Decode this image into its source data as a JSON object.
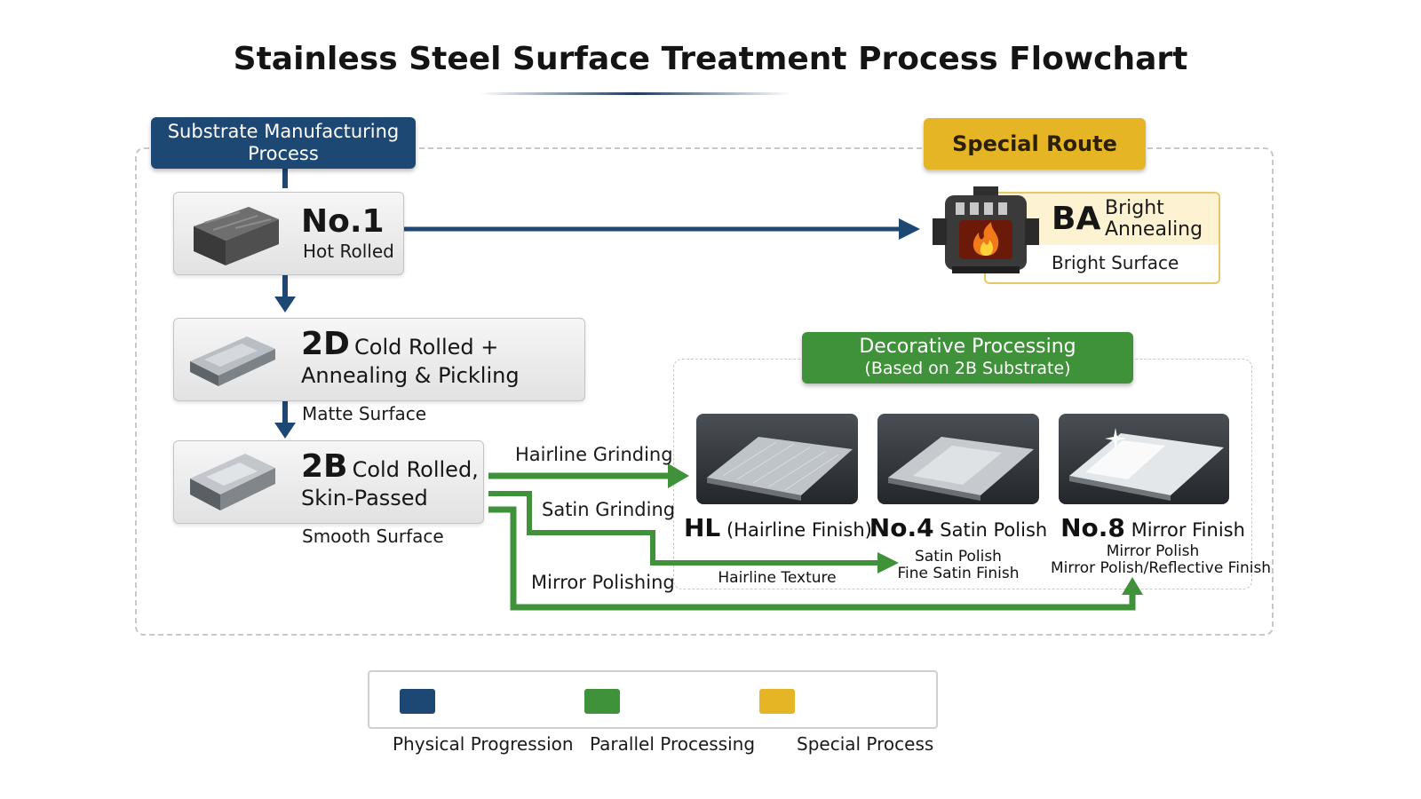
{
  "title": "Stainless Steel Surface Treatment Process Flowchart",
  "substrate": {
    "header": "Substrate Manufacturing Process",
    "no1": {
      "code": "No.1",
      "desc": "Hot Rolled"
    },
    "d2": {
      "code": "2D",
      "desc_line1": "Cold Rolled +",
      "desc_line2": "Annealing & Pickling",
      "note": "Matte Surface"
    },
    "b2": {
      "code": "2B",
      "desc_line1": "Cold Rolled,",
      "desc_line2": "Skin-Passed",
      "note": "Smooth Surface"
    }
  },
  "special": {
    "header": "Special Route",
    "ba": {
      "code": "BA",
      "desc_line1": "Bright",
      "desc_line2": "Annealing",
      "note": "Bright Surface"
    }
  },
  "decorative": {
    "header_line1": "Decorative Processing",
    "header_line2": "(Based on 2B Substrate)",
    "finishes": [
      {
        "code": "HL",
        "name": "(Hairline Finish)",
        "sub1": "Hairline Texture",
        "sub2": ""
      },
      {
        "code": "No.4",
        "name": "Satin Polish",
        "sub1": "Satin Polish",
        "sub2": "Fine Satin Finish"
      },
      {
        "code": "No.8",
        "name": "Mirror Finish",
        "sub1": "Mirror Polish",
        "sub2": "Mirror Polish/Reflective Finish"
      }
    ]
  },
  "routes": {
    "hairline": "Hairline Grinding",
    "satin": "Satin Grinding",
    "mirror": "Mirror Polishing"
  },
  "legend": [
    {
      "color": "#1c4873",
      "label": "Physical Progression"
    },
    {
      "color": "#3f923a",
      "label": "Parallel Processing"
    },
    {
      "color": "#e6b526",
      "label": "Special Process"
    }
  ],
  "colors": {
    "blue": "#1c4873",
    "green": "#3f923a",
    "gold": "#e6b526"
  }
}
